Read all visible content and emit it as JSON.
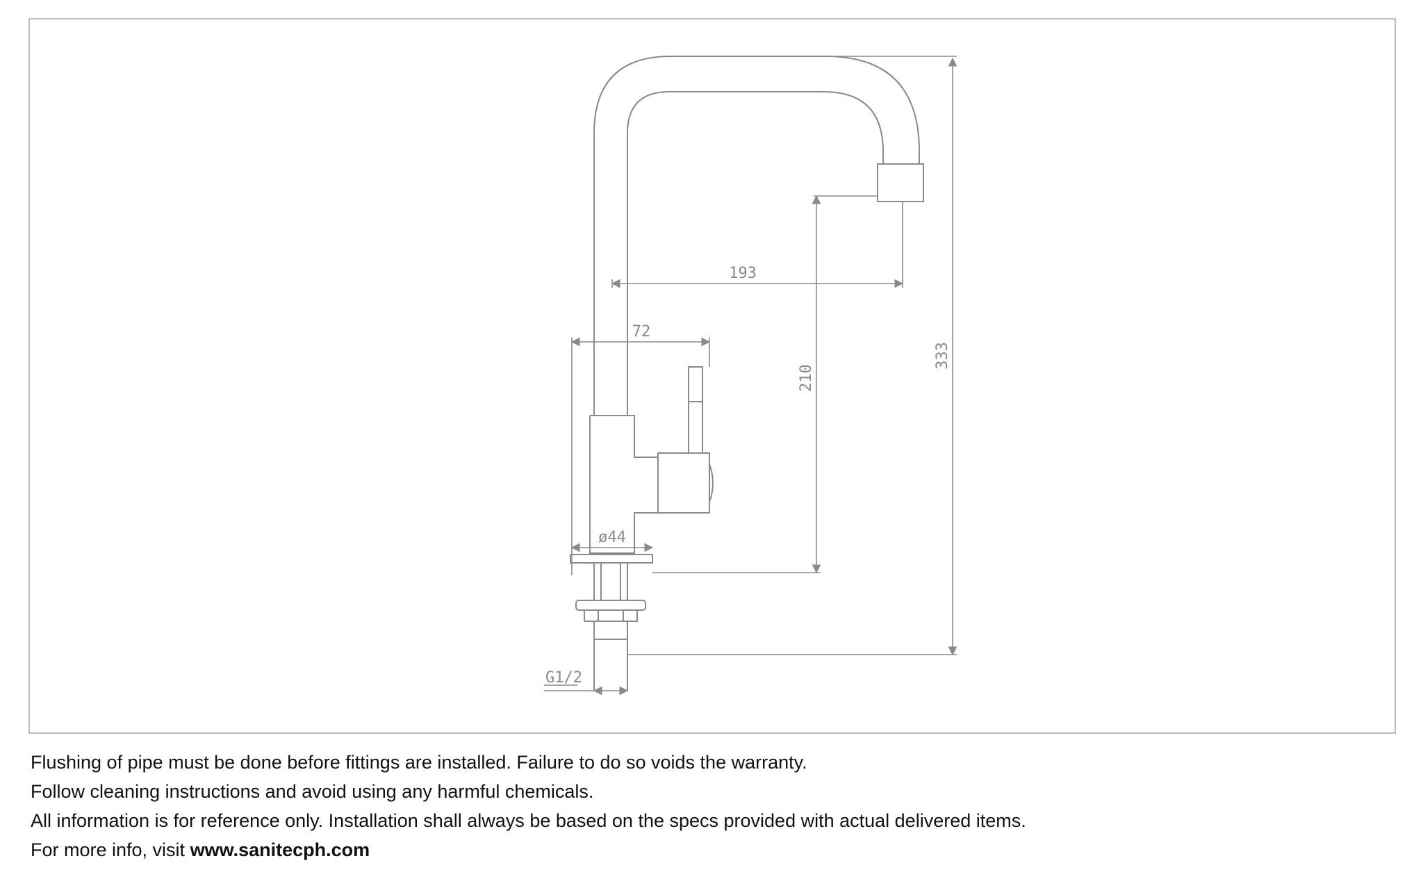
{
  "drawing": {
    "dimensions": {
      "reach": "193",
      "handle_offset": "72",
      "outlet_height": "210",
      "total_height": "333",
      "base_diameter": "ø44",
      "thread": "G1/2"
    },
    "colors": {
      "line": "#8a8a8a",
      "frame": "#bdbdbd"
    }
  },
  "notes": {
    "line1": "Flushing of pipe must be done before fittings are installed. Failure to do so voids the warranty.",
    "line2": "Follow cleaning instructions and avoid using any harmful chemicals.",
    "line3": "All information is for reference only. Installation shall always be based on the specs provided with actual delivered items.",
    "line4_prefix": "For more info, visit ",
    "website": "www.sanitecph.com"
  }
}
